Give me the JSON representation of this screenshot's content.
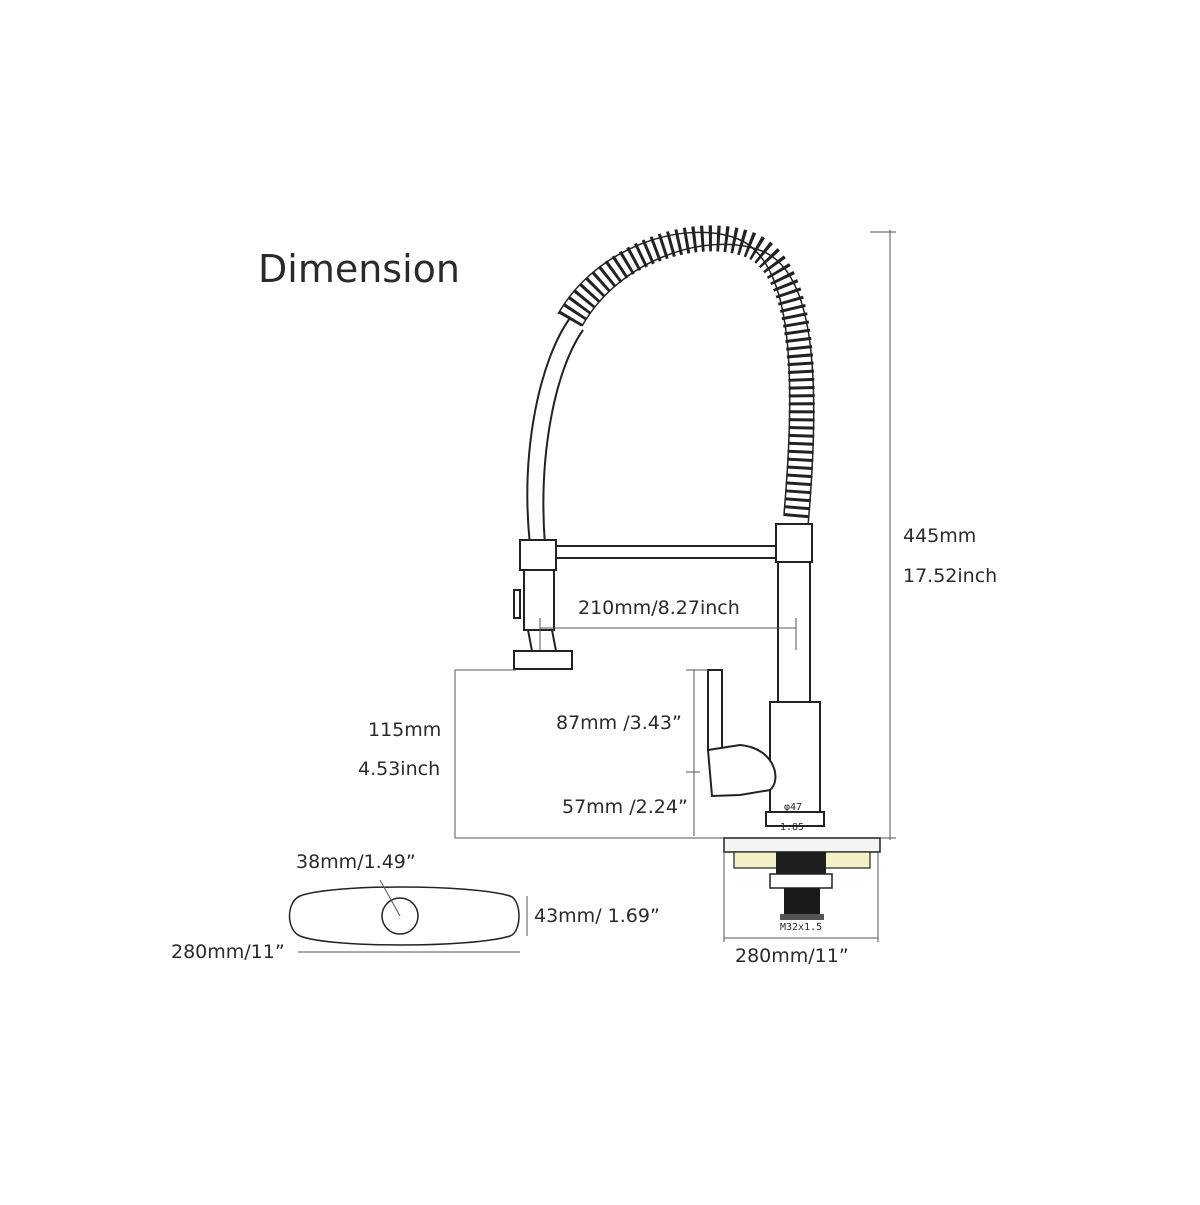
{
  "title": "Dimension",
  "labels": {
    "total_height_mm": "445mm",
    "total_height_in": "17.52inch",
    "reach": "210mm/8.27inch",
    "spout_clearance_mm": "115mm",
    "spout_clearance_in": "4.53inch",
    "handle_top": "87mm /3.43ˮ",
    "handle_bottom": "57mm /2.24ˮ",
    "base_diameter_top": "φ47",
    "base_diameter_bottom": "1.85",
    "thread": "M32x1.5",
    "deck_hole": "38mm/1.49ˮ",
    "deck_height": "43mm/ 1.69ˮ",
    "deck_width_left": "280mm/11ˮ",
    "deck_width_right": "280mm/11ˮ"
  }
}
